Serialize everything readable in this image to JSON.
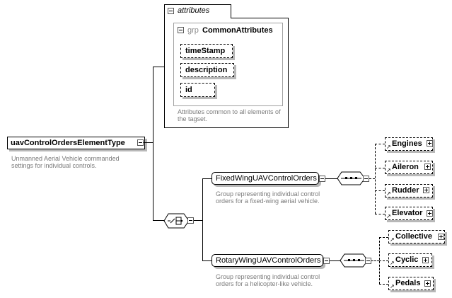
{
  "root": {
    "name": "uavControlOrdersElementType",
    "description": "Unmanned Aerial Vehicle commanded settings for individual controls."
  },
  "attributes": {
    "header": "attributes",
    "group_prefix": "grp",
    "group_name": "CommonAttributes",
    "items": [
      "timeStamp",
      "description",
      "id"
    ],
    "description": "Attributes common to all elements of the tagset."
  },
  "fixed_wing": {
    "name": "FixedWingUAVControlOrders",
    "description": "Group representing individual control orders for a fixed-wing aerial vehicle.",
    "children": [
      "Engines",
      "Aileron",
      "Rudder",
      "Elevator"
    ]
  },
  "rotary_wing": {
    "name": "RotaryWingUAVControlOrders",
    "description": "Group representing individual control orders for a helicopter-like vehicle.",
    "children": [
      "Collective",
      "Cyclic",
      "Pedals"
    ]
  }
}
